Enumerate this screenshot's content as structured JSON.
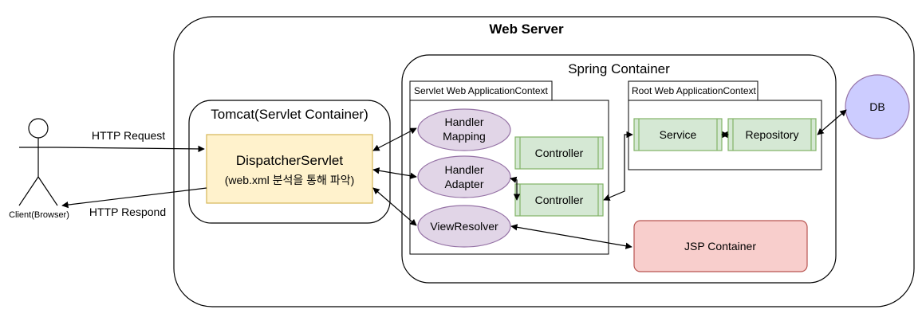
{
  "web_server": {
    "title": "Web Server"
  },
  "spring_container": {
    "title": "Spring Container"
  },
  "tomcat": {
    "title": "Tomcat(Servlet Container)"
  },
  "dispatcher": {
    "title": "DispatcherServlet",
    "subtitle": "(web.xml 분석을 통해 파악)"
  },
  "client": {
    "label": "Client(Browser)"
  },
  "arrows": {
    "request": "HTTP Request",
    "respond": "HTTP Respond"
  },
  "servlet_context": {
    "title": "Servlet Web ApplicationContext",
    "handler_mapping": [
      "Handler",
      "Mapping"
    ],
    "handler_adapter": [
      "Handler",
      "Adapter"
    ],
    "view_resolver": "ViewResolver",
    "controller_1": "Controller",
    "controller_2": "Controller"
  },
  "root_context": {
    "title": "Root Web ApplicationContext",
    "service": "Service",
    "repository": "Repository"
  },
  "db": {
    "label": "DB"
  },
  "jsp": {
    "label": "JSP Container"
  },
  "colors": {
    "dispatcher_fill": "#fff2cc",
    "dispatcher_stroke": "#d6b656",
    "ellipse_fill": "#e1d5e7",
    "ellipse_stroke": "#9673a6",
    "process_fill": "#d5e8d4",
    "process_stroke": "#82b366",
    "jsp_fill": "#f8cecc",
    "jsp_stroke": "#b85450",
    "db_fill": "#ccccff",
    "db_stroke": "#9673a6"
  }
}
